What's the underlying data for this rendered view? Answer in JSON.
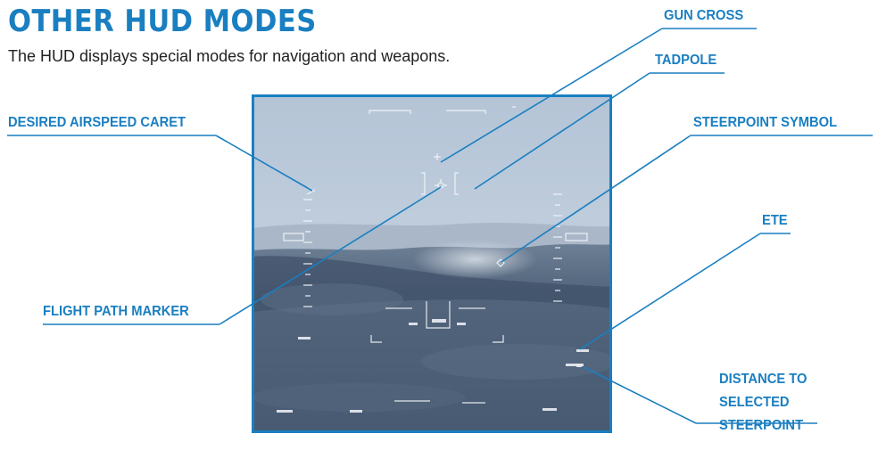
{
  "page": {
    "title": "OTHER HUD MODES",
    "subtitle": "The HUD displays special modes for navigation and weapons."
  },
  "callouts": {
    "gun_cross": "GUN CROSS",
    "tadpole": "TADPOLE",
    "desired_airspeed_caret": "DESIRED AIRSPEED CARET",
    "steerpoint_symbol": "STEERPOINT SYMBOL",
    "ete": "ETE",
    "flight_path_marker": "FLIGHT PATH MARKER",
    "distance_to_selected_steerpoint": [
      "DISTANCE  TO",
      "SELECTED",
      "STEERPOINT"
    ]
  },
  "colors": {
    "accent": "#1a7fc1",
    "body_text": "#222222",
    "hud_frame": "#1a7fc1",
    "hud_symbology": "#f4f7fa"
  }
}
